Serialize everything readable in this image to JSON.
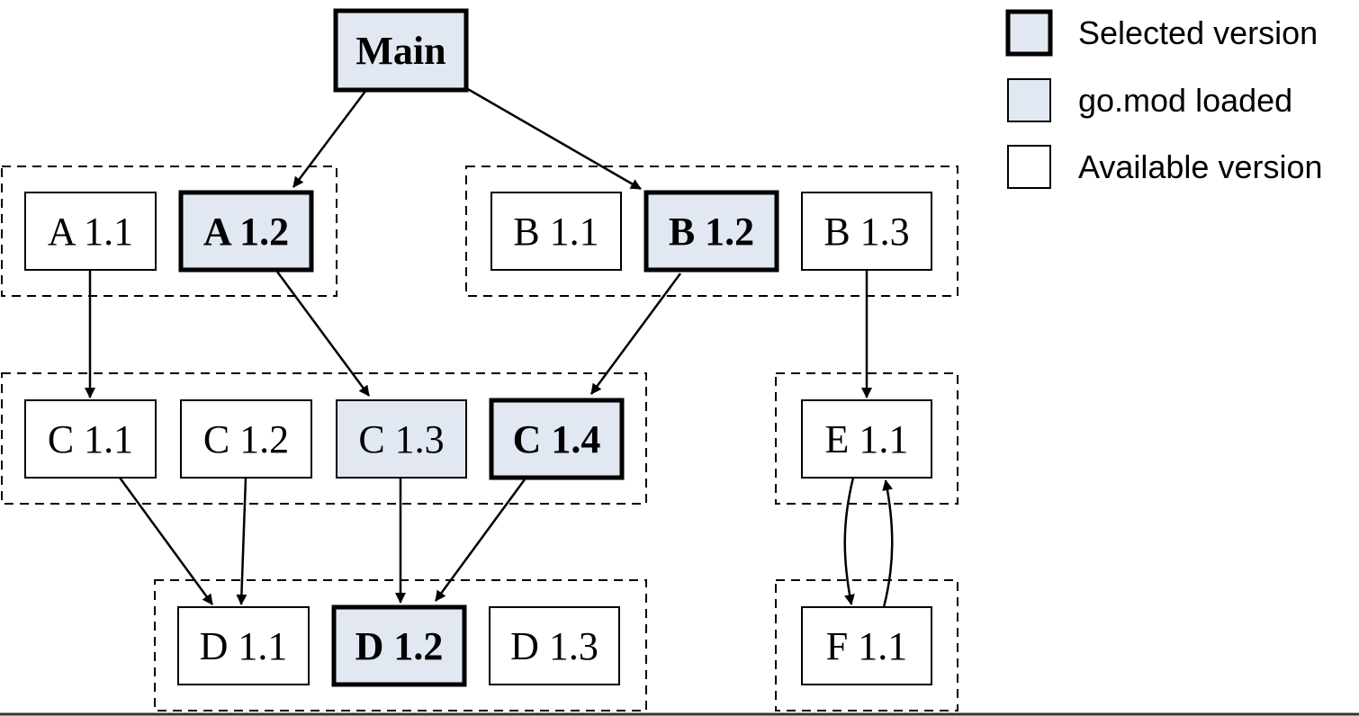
{
  "colors": {
    "loaded_fill": "#e1e8f2",
    "available_fill": "#ffffff",
    "stroke": "#000000"
  },
  "nodes": {
    "main": "Main",
    "a11": "A 1.1",
    "a12": "A 1.2",
    "b11": "B 1.1",
    "b12": "B 1.2",
    "b13": "B 1.3",
    "c11": "C 1.1",
    "c12": "C 1.2",
    "c13": "C 1.3",
    "c14": "C 1.4",
    "d11": "D 1.1",
    "d12": "D 1.2",
    "d13": "D 1.3",
    "e11": "E 1.1",
    "f11": "F 1.1"
  },
  "legend": {
    "selected": "Selected version",
    "loaded": "go.mod loaded",
    "available": "Available version"
  }
}
